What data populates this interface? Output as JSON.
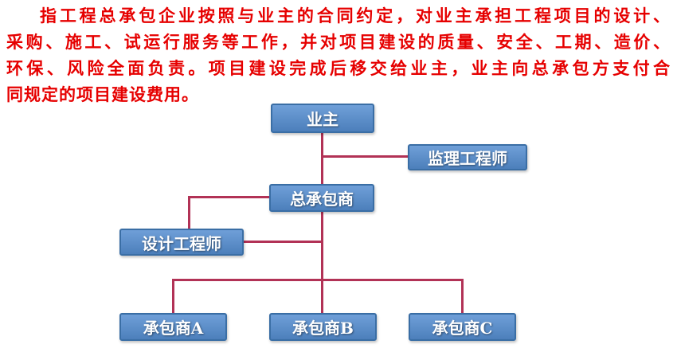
{
  "paragraph": {
    "lines": [
      "指工程总承包企业按照与业主的合同约定，对业主承担工程项目的设计、",
      "采购、施工、试运行服务等工作，并对项目建设的质量、安全、工期、造价、",
      "环保、风险全面负责。项目建设完成后移交给业主，业主向总承包方支付合",
      "同规定的项目建设费用。"
    ]
  },
  "diagram": {
    "nodes": {
      "owner": {
        "label": "业主"
      },
      "supervision_engineer": {
        "label": "监理工程师"
      },
      "general_contractor": {
        "label": "总承包商"
      },
      "design_engineer": {
        "label": "设计工程师"
      },
      "contractor_a": {
        "label": "承包商A"
      },
      "contractor_b": {
        "label": "承包商B"
      },
      "contractor_c": {
        "label": "承包商C"
      }
    }
  },
  "colors": {
    "text-red": "#e60000",
    "box-fill-top": "#6f9fd8",
    "box-fill-bottom": "#4c7fbb",
    "box-border": "#3a6ea5",
    "box-text": "#ffffff",
    "connector": "#b23256"
  }
}
